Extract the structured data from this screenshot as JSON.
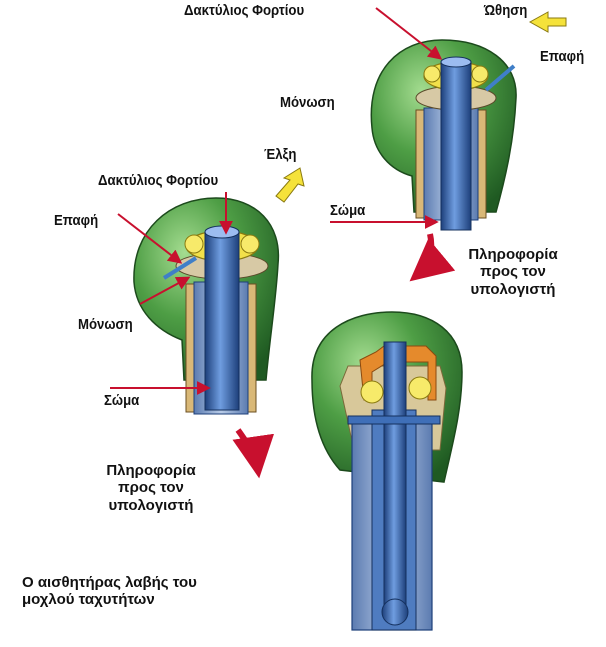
{
  "labels": {
    "top_load_ring": "Δακτύλιος Φορτίου",
    "push": "Ώθηση",
    "top_contact": "Επαφή",
    "top_insulation": "Μόνωση",
    "pull": "Έλξη",
    "top_body": "Σώμα",
    "top_info_line1": "Πληροφορία",
    "top_info_line2": "προς τον",
    "top_info_line3": "υπολογιστή",
    "left_load_ring": "Δακτύλιος Φορτίου",
    "left_contact": "Επαφή",
    "left_insulation": "Μόνωση",
    "left_body": "Σώμα",
    "left_info_line1": "Πληροφορία",
    "left_info_line2": "προς τον",
    "left_info_line3": "υπολογιστή"
  },
  "caption": {
    "line1": "Ο αισθητήρας λαβής του",
    "line2": "μοχλού ταχυτήτων"
  },
  "colors": {
    "housing_green": "#3f8f3a",
    "housing_highlight": "#8fd07e",
    "shaft_blue": "#3f6fb8",
    "ring_yellow": "#f2e04a",
    "arrow_red": "#c8102e",
    "force_arrow_yellow": "#f5e23a",
    "insulation_tan": "#c9a56a"
  }
}
